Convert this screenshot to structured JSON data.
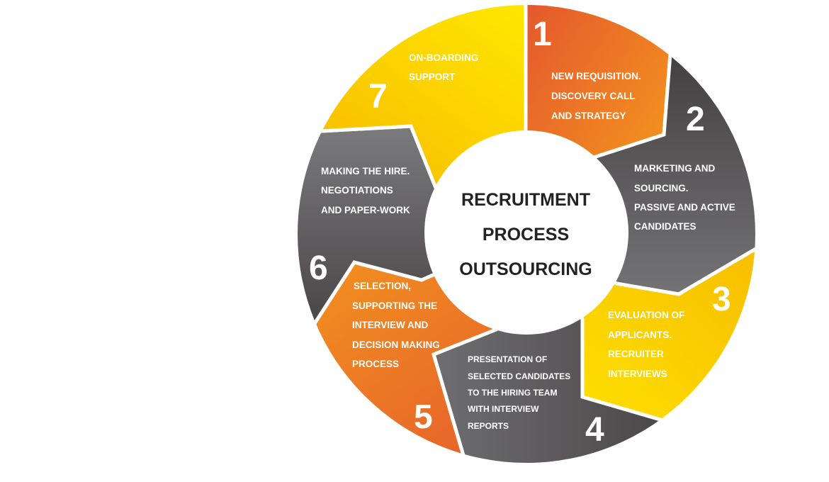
{
  "center_title": [
    "RECRUITMENT",
    "PROCESS",
    "OUTSOURCING"
  ],
  "steps": [
    {
      "number": "1",
      "lines": [
        "NEW REQUISITION.",
        "DISCOVERY CALL",
        "AND STRATEGY"
      ],
      "color": "#ec7a26"
    },
    {
      "number": "2",
      "lines": [
        "MARKETING AND",
        "SOURCING.",
        "PASSIVE AND ACTIVE",
        "CANDIDATES"
      ],
      "color": "#4a4647"
    },
    {
      "number": "3",
      "lines": [
        "EVALUATION OF",
        "APPLICANTS.",
        "RECRUITER",
        "INTERVIEWS"
      ],
      "color": "#f7c600"
    },
    {
      "number": "4",
      "lines": [
        "PRESENTATION OF",
        "SELECTED CANDIDATES",
        "TO THE HIRING TEAM",
        "WITH INTERVIEW",
        "REPORTS"
      ],
      "color": "#555355"
    },
    {
      "number": "5",
      "lines": [
        "SELECTION,",
        "SUPPORTING THE",
        "INTERVIEW AND",
        "DECISION MAKING",
        "PROCESS"
      ],
      "color": "#f08a22"
    },
    {
      "number": "6",
      "lines": [
        "MAKING THE HIRE.",
        "NEGOTIATIONS",
        "AND PAPER-WORK"
      ],
      "color": "#5a5859"
    },
    {
      "number": "7",
      "lines": [
        "ON-BOARDING",
        "SUPPORT"
      ],
      "color": "#f8c200"
    }
  ]
}
